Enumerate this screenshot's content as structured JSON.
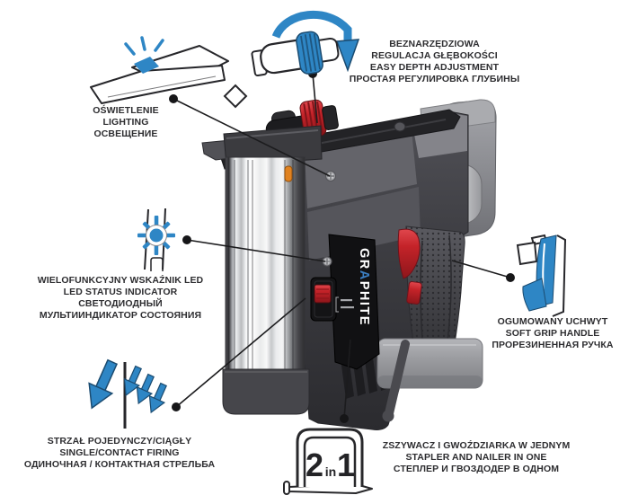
{
  "product": {
    "brand_parts": [
      "GR",
      "A",
      "PHITE"
    ]
  },
  "badge": {
    "parts": [
      "2",
      "in",
      "1"
    ]
  },
  "colors": {
    "accent_blue": "#2e86c5",
    "label_text": "#2d2d30",
    "tool_red": "#c1272d"
  },
  "icons": [
    "depth-adjust-icon",
    "lighting-icon",
    "led-indicator-icon",
    "firing-mode-icon",
    "soft-grip-icon",
    "two-in-one-icon"
  ],
  "callouts": {
    "depth": {
      "lines": [
        "BEZNARZĘDZIOWA",
        "REGULACJA GŁĘBOKOŚCI",
        "EASY DEPTH ADJUSTMENT",
        "ПРОСТАЯ РЕГУЛИРОВКА ГЛУБИНЫ"
      ]
    },
    "lighting": {
      "lines": [
        "OŚWIETLENIE",
        "LIGHTING",
        "ОСВЕЩЕНИЕ"
      ]
    },
    "led": {
      "lines": [
        "WIELOFUNKCYJNY WSKAŹNIK LED",
        "LED STATUS INDICATOR",
        "СВЕТОДИОДНЫЙ",
        "МУЛЬТИИНДИКАТОР СОСТОЯНИЯ"
      ]
    },
    "firing": {
      "lines": [
        "STRZAŁ POJEDYNCZY/CIĄGŁY",
        "SINGLE/CONTACT FIRING",
        "ОДИНОЧНАЯ / КОНТАКТНАЯ СТРЕЛЬБА"
      ]
    },
    "grip": {
      "lines": [
        "OGUMOWANY UCHWYT",
        "SOFT GRIP HANDLE",
        "ПРОРЕЗИНЕННАЯ РУЧКА"
      ]
    },
    "two_in_one": {
      "lines": [
        "ZSZYWACZ I GWOŹDZIARKA W JEDNYM",
        "STAPLER AND NAILER IN ONE",
        "СТЕПЛЕР И ГВОЗДОДЕР В ОДНОМ"
      ]
    }
  }
}
